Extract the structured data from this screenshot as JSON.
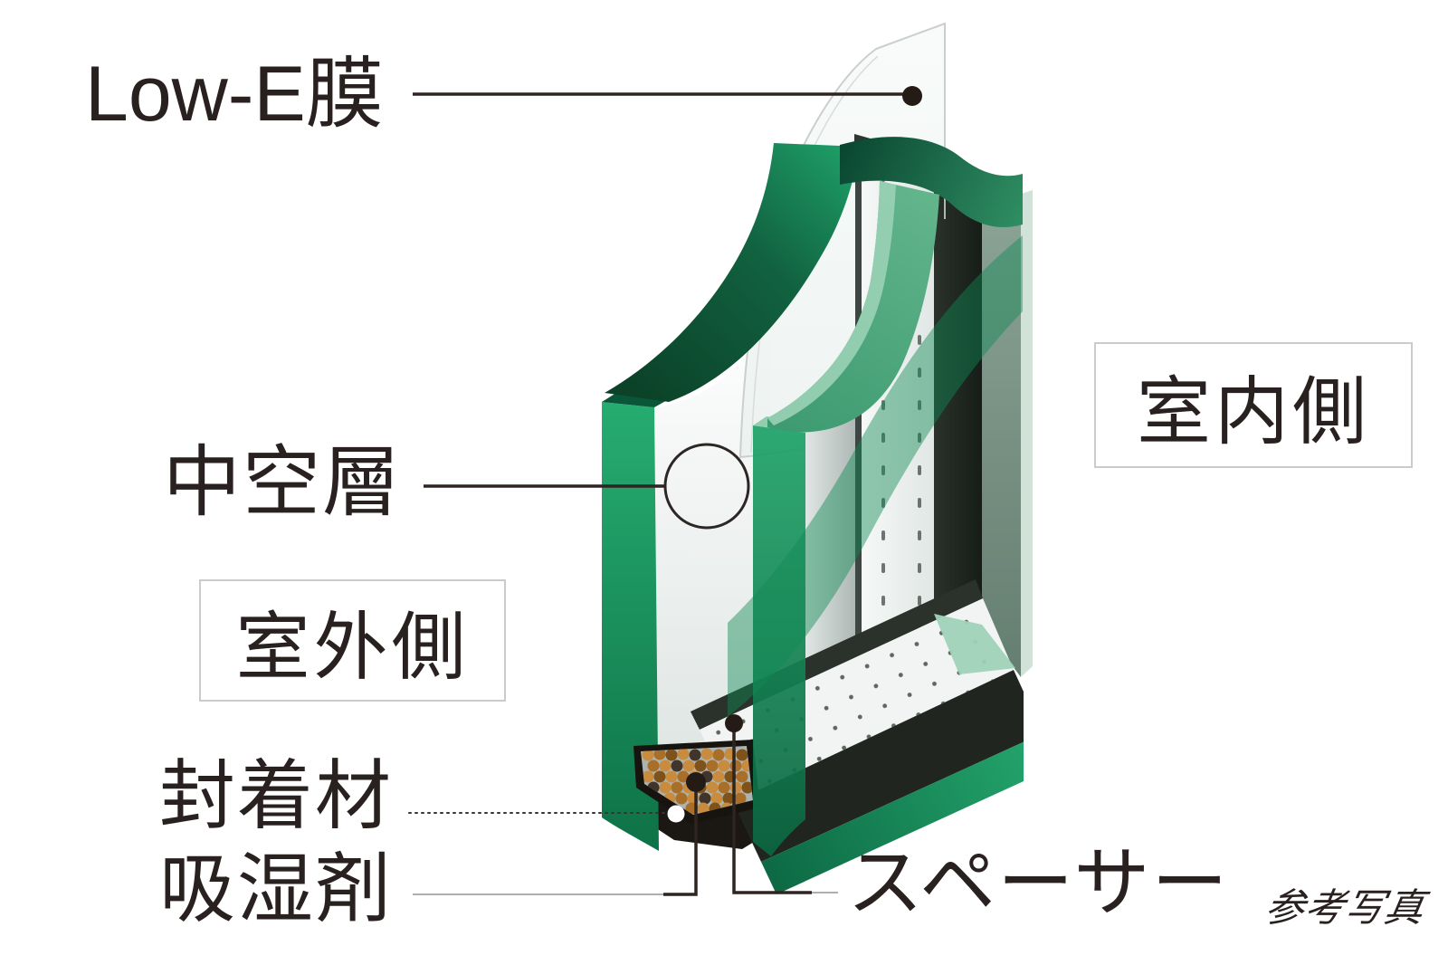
{
  "diagram": {
    "type": "low-e-double-glazing-cross-section",
    "labels": {
      "low_e_film": "Low-E膜",
      "hollow_layer": "中空層",
      "outdoor_side": "室外側",
      "sealant": "封着材",
      "desiccant": "吸湿剤",
      "spacer": "スペーサー",
      "indoor_side": "室内側",
      "reference_note": "参考写真"
    },
    "colors": {
      "glass_green": "#1C9F66",
      "glass_green_dark": "#0B4A31",
      "glass_mint": "#9AD2B6",
      "side_gray_green": "#80988C",
      "sealant_black": "#1B1713",
      "spacer_gray": "#ACB4B1",
      "desiccant_orange": "#C8893C",
      "label_text": "#292120",
      "leader_line": "#2E2420",
      "box_border": "#CBCBCB"
    }
  }
}
